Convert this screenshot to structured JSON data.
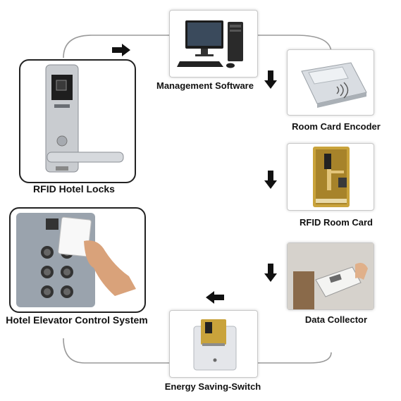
{
  "nodes": {
    "management_software": "Management Software",
    "room_card_encoder": "Room Card Encoder",
    "rfid_room_card": "RFID Room Card",
    "data_collector": "Data Collector",
    "energy_saving_switch": "Energy Saving-Switch",
    "elevator_control": "Hotel Elevator Control System",
    "rfid_hotel_locks": "RFID Hotel Locks"
  },
  "colors": {
    "connector": "#9a9a9a",
    "arrow": "#111111",
    "card_gold": "#c9a33b",
    "panel_gray": "#9aa3ad"
  },
  "icons": [
    "desktop-computer-icon",
    "card-encoder-icon",
    "room-card-icon",
    "data-collector-icon",
    "energy-switch-icon",
    "elevator-panel-icon",
    "door-lock-icon"
  ]
}
